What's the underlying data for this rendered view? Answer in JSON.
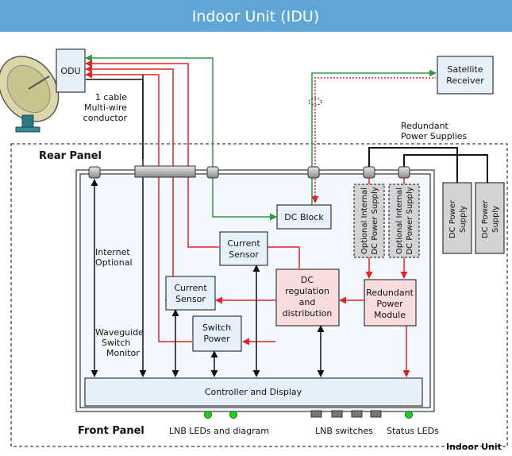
{
  "title": "Indoor Unit (IDU)",
  "colors": {
    "title_bg": "#5fa6d6",
    "box_blue": "#e6f1fb",
    "box_pink": "#fadcdc",
    "box_gray": "#d3d3d3",
    "signal_green": "#2e9a3e",
    "power_red": "#e52222",
    "line_black": "#111111"
  },
  "labels": {
    "odu": "ODU",
    "satellite_receiver": [
      "Satellite",
      "Receiver"
    ],
    "cable_note": [
      "1 cable",
      "Multi-wire",
      "conductor"
    ],
    "redundant_power_supplies": [
      "Redundant",
      "Power Supplies"
    ],
    "rear_panel": "Rear Panel",
    "front_panel": "Front Panel",
    "indoor_unit": "Indoor Unit",
    "dc_block": "DC Block",
    "current_sensor": [
      "Current",
      "Sensor"
    ],
    "dc_regulation": [
      "DC",
      "regulation",
      "and",
      "distribution"
    ],
    "redundant_power_module": [
      "Redundant",
      "Power",
      "Module"
    ],
    "switch_power": [
      "Switch",
      "Power"
    ],
    "controller_display": "Controller and Display",
    "internet_optional": [
      "Internet",
      "Optional"
    ],
    "waveguide_switch_monitor": [
      "Waveguide",
      "Switch",
      "Monitor"
    ],
    "optional_internal_dc": [
      "Optional Internal",
      "DC Power Supply"
    ],
    "dc_power_supply": [
      "DC Power",
      "Supply"
    ],
    "lnb_leds": "LNB LEDs and diagram",
    "lnb_switches": "LNB switches",
    "status_leds": "Status LEDs"
  }
}
